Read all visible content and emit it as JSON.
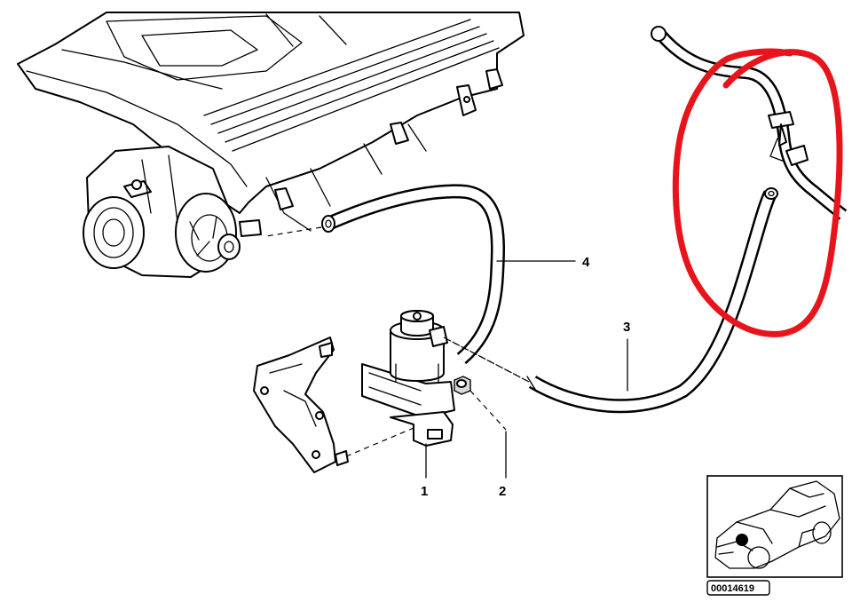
{
  "callouts": [
    {
      "id": "1",
      "label": "1"
    },
    {
      "id": "2",
      "label": "2"
    },
    {
      "id": "3",
      "label": "3"
    },
    {
      "id": "4",
      "label": "4"
    }
  ],
  "reference_code": "00014619",
  "colors": {
    "line": "#000000",
    "highlight": "#e8141b",
    "shade": "#d9d9d9",
    "background": "#ffffff"
  }
}
